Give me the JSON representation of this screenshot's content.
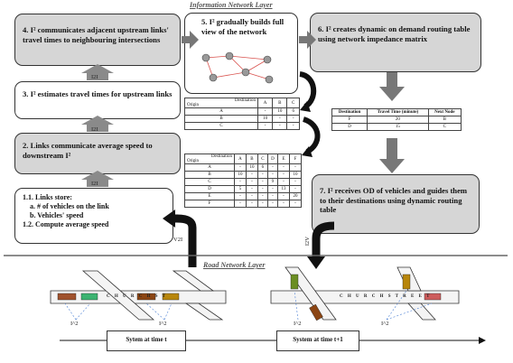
{
  "header": {
    "title": "Information Network Layer"
  },
  "road_layer": {
    "title": "Road Network Layer"
  },
  "steps": {
    "s4": "4.  I² communicates adjacent upstream links' travel times to neighbouring intersections",
    "s5": "5.  I² gradually builds full view of the network",
    "s6": "6.  I² creates dynamic on demand routing table using network impedance matrix",
    "s3": "3.  I² estimates travel times for upstream links",
    "s2": "2.  Links communicate average speed to downstream I²",
    "s7": "7.  I² receives OD of vehicles and guides them to their destinations using dynamic routing table",
    "s1_lines": [
      "1.1.  Links store:",
      "a. # of vehicles on the link",
      "b.  Vehicles' speed",
      "1.2.  Compute average speed"
    ]
  },
  "arrow_labels": {
    "i2i_top": "I2I",
    "i2i_mid": "I2I",
    "i2i_bottom": "I2I",
    "v2i": "V2I",
    "i2v": "I2V"
  },
  "matrix_small": {
    "header_dest": "Destination",
    "header_origin": "Origin",
    "cols": [
      "A",
      "B",
      "C"
    ],
    "rows": [
      [
        "A",
        "-",
        "10",
        "6"
      ],
      [
        "B",
        "10",
        "-",
        "-"
      ],
      [
        "C",
        "-",
        "-",
        "-"
      ]
    ]
  },
  "matrix_large": {
    "header_dest": "Destination",
    "header_origin": "Origin",
    "cols": [
      "A",
      "B",
      "C",
      "D",
      "E",
      "F"
    ],
    "rows": [
      [
        "A",
        "-",
        "10",
        "6",
        "-",
        "-",
        "-"
      ],
      [
        "B",
        "10",
        "-",
        "-",
        "-",
        "-",
        "10"
      ],
      [
        "C",
        "-",
        "-",
        "-",
        "9",
        "-",
        "-"
      ],
      [
        "D",
        "5",
        "-",
        "-",
        "-",
        "13",
        "-"
      ],
      [
        "E",
        "-",
        "-",
        "-",
        "-",
        "-",
        "20"
      ],
      [
        "F",
        "-",
        "-",
        "-",
        "-",
        "-",
        "-"
      ]
    ]
  },
  "routing_table": {
    "cols": [
      "Destination",
      "Travel Time (minute)",
      "Next Node"
    ],
    "rows": [
      [
        "F",
        "20",
        "B"
      ],
      [
        "D",
        "15",
        "C"
      ]
    ]
  },
  "road": {
    "street_left": "C H U R C H   S T",
    "street_right": "C H U R C H   S T R E E T",
    "i2_labels": [
      "I^2",
      "I^2",
      "I^2",
      "I^2"
    ],
    "system_t": "Sytem at time t",
    "system_t1": "System at time t+1"
  },
  "colors": {
    "box_gray": "#d6d6d6",
    "arrow_gray": "#8a8a8a",
    "arrow_black": "#111111",
    "edge_red": "#d9534f"
  }
}
